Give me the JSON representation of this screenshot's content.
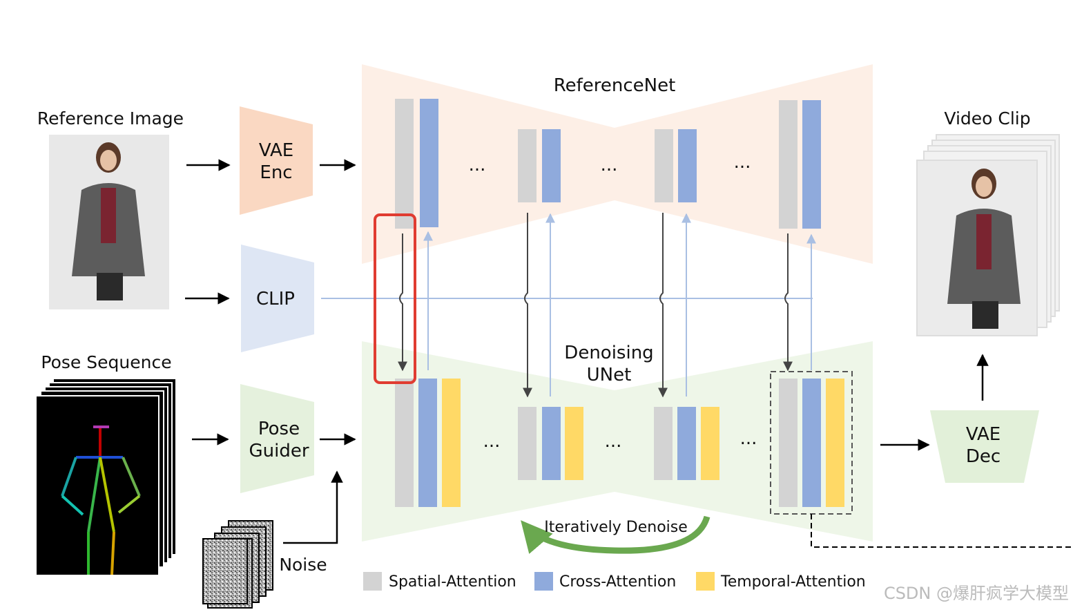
{
  "labels": {
    "reference_image": "Reference Image",
    "pose_sequence": "Pose Sequence",
    "noise": "Noise",
    "video_clip": "Video Clip",
    "referencenet": "ReferenceNet",
    "denoising_line1": "Denoising",
    "denoising_line2": "UNet",
    "iteratively_denoise": "Iteratively Denoise"
  },
  "modules": {
    "vae_enc": [
      "VAE",
      "Enc"
    ],
    "clip": "CLIP",
    "pose_guider": [
      "Pose",
      "Guider"
    ],
    "vae_dec": [
      "VAE",
      "Dec"
    ]
  },
  "ellipsis": "...",
  "legend": [
    {
      "label": "Spatial-Attention",
      "color": "#d3d3d3"
    },
    {
      "label": "Cross-Attention",
      "color": "#8faadc"
    },
    {
      "label": "Temporal-Attention",
      "color": "#ffd966"
    }
  ],
  "watermark": "CSDN @爆肝疯学大模型",
  "colors": {
    "referencenet_bg": "#fbe5d6",
    "unet_bg": "#e2f0d9",
    "vae_enc": "#f8cbad",
    "clip": "#dae3f3",
    "pose_guider": "#e2f0d9",
    "vae_dec": "#e2f0d9",
    "spatial": "#d3d3d3",
    "cross": "#8faadc",
    "temporal": "#ffd966",
    "highlight": "#e03c31",
    "curve_arrow": "#6aa84f"
  }
}
